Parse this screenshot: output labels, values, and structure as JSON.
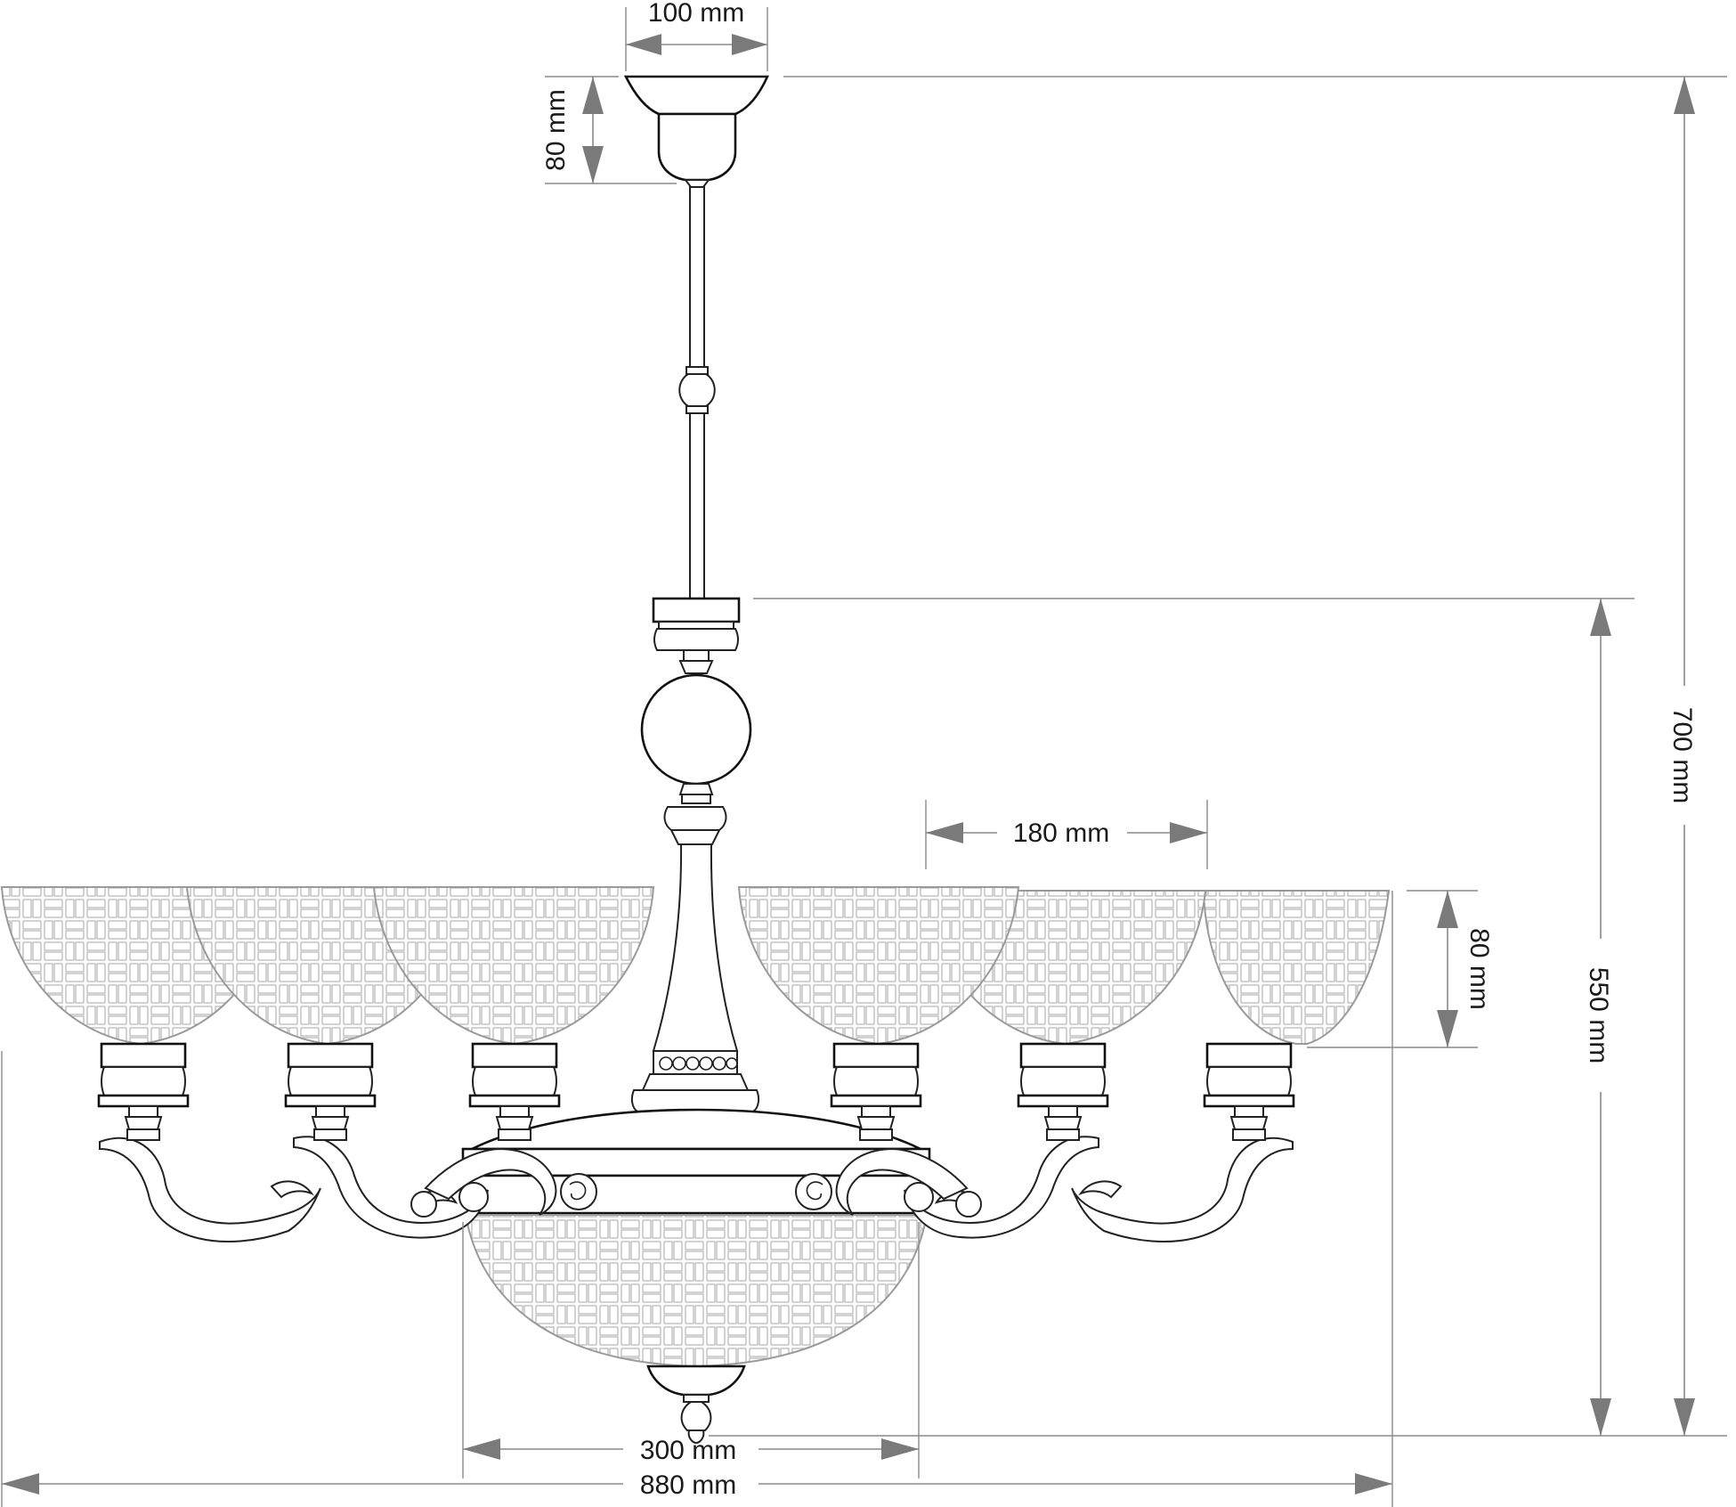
{
  "dimensions": {
    "canopy_width": "100 mm",
    "canopy_height": "80 mm",
    "shade_width": "180 mm",
    "shade_height": "80 mm",
    "total_height": "700 mm",
    "body_height": "550 mm",
    "bowl_width": "300 mm",
    "total_width": "880 mm"
  },
  "colors": {
    "line": "#222222",
    "dimension": "#7a7a7a",
    "shade_pattern": "#b0b0b0"
  }
}
